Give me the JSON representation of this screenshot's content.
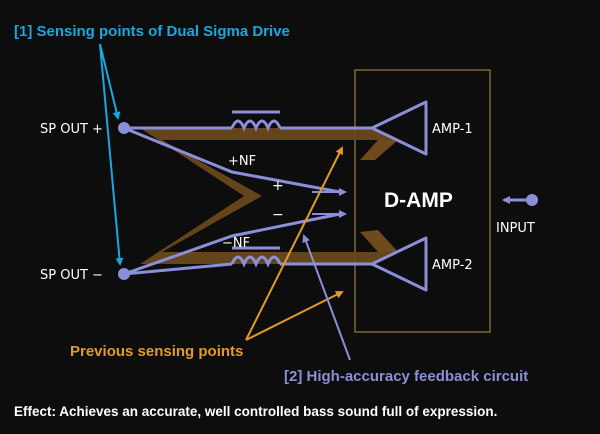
{
  "title": "[1] Sensing points of Dual Sigma Drive",
  "labels": {
    "sp_out_plus": "SP OUT +",
    "sp_out_minus": "SP OUT −",
    "plus_nf": "+NF",
    "minus_nf": "−NF",
    "plus": "+",
    "minus": "−",
    "amp1": "AMP-1",
    "amp2": "AMP-2",
    "damp": "D-AMP",
    "input": "INPUT",
    "previous_sensing_points": "Previous sensing points",
    "feedback_circuit": "[2] High-accuracy feedback circuit",
    "effect": "Effect: Achieves an accurate, well controlled bass sound full of expression."
  },
  "colors": {
    "background": "#0d0d0d",
    "cyan": "#1aa6e0",
    "lavender": "#8a8fd8",
    "orange": "#e39a26",
    "brown": "#6e4a1c",
    "white": "#ffffff",
    "box_border": "#7a6a3a"
  }
}
